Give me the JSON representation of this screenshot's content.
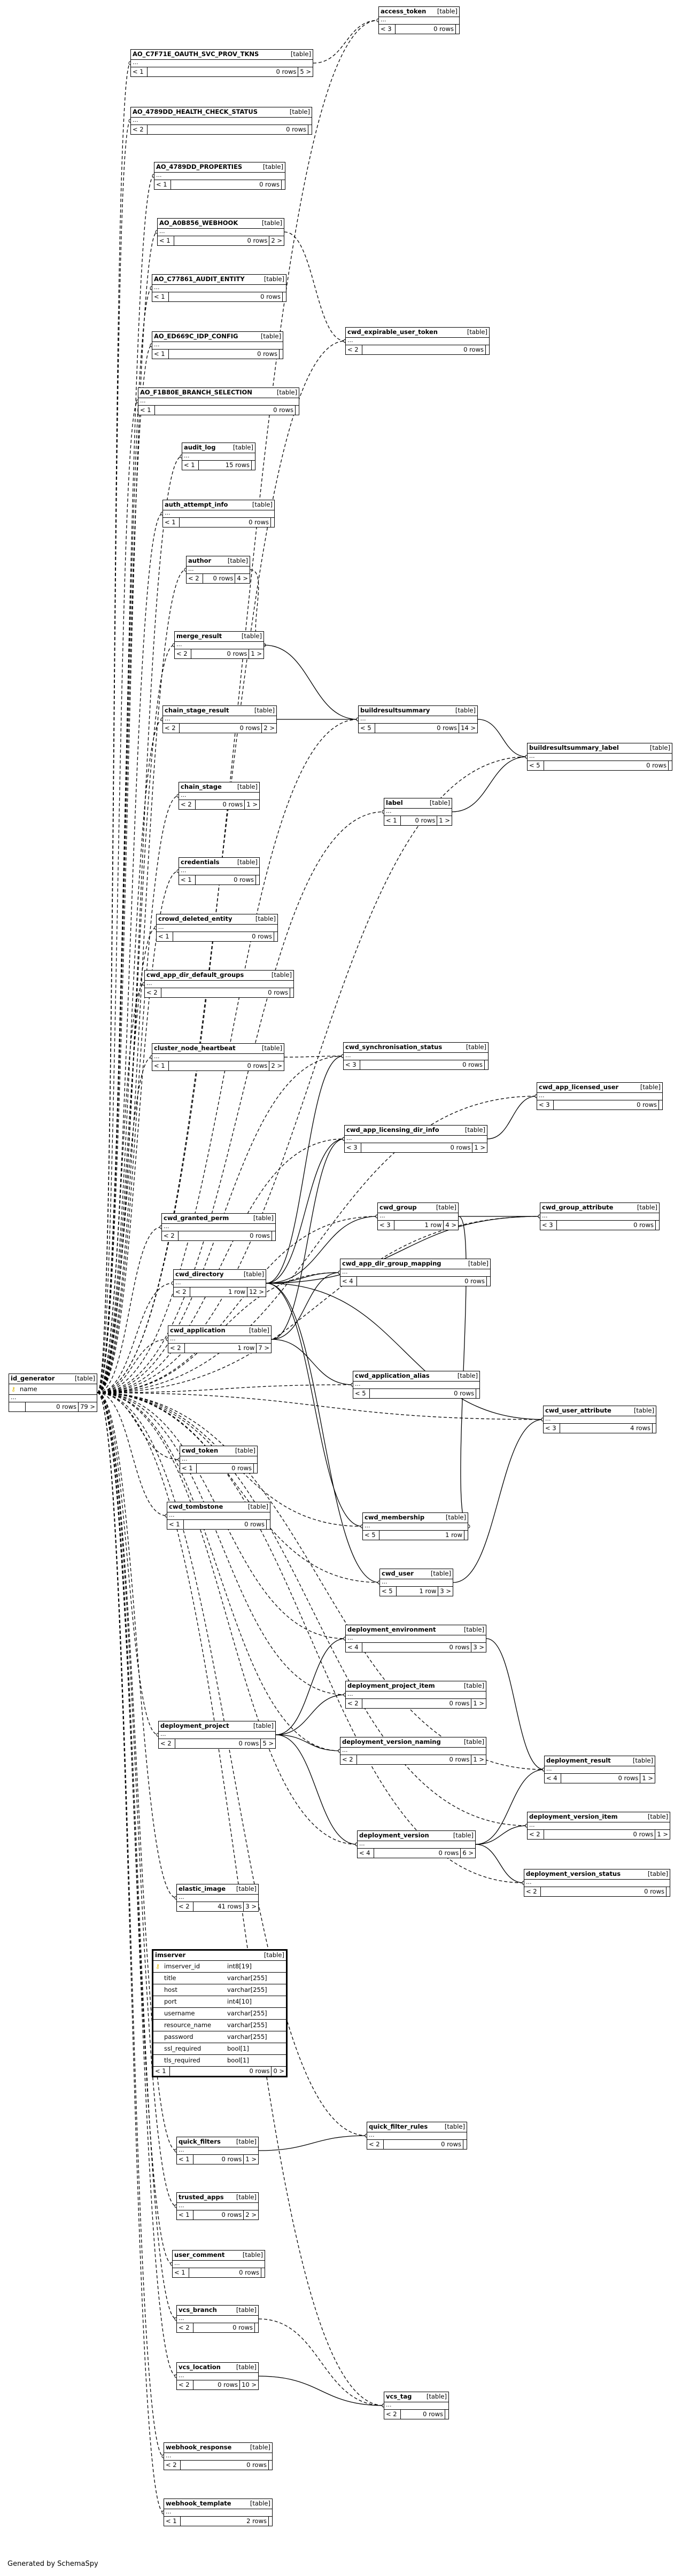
{
  "footer": "Generated by SchemaSpy",
  "table_tag": "[table]",
  "tables": [
    {
      "id": "access_token",
      "name": "access_token",
      "c1": "< 3",
      "c2": "0 rows",
      "c3": ""
    },
    {
      "id": "ao_c7f71e",
      "name": "AO_C7F71E_OAUTH_SVC_PROV_TKNS",
      "c1": "< 1",
      "c2": "0 rows",
      "c3": "5 >"
    },
    {
      "id": "ao_4789dd_hc",
      "name": "AO_4789DD_HEALTH_CHECK_STATUS",
      "c1": "< 2",
      "c2": "0 rows",
      "c3": ""
    },
    {
      "id": "ao_4789dd_prop",
      "name": "AO_4789DD_PROPERTIES",
      "c1": "< 1",
      "c2": "0 rows",
      "c3": ""
    },
    {
      "id": "ao_a0b856",
      "name": "AO_A0B856_WEBHOOK",
      "c1": "< 1",
      "c2": "0 rows",
      "c3": "2 >"
    },
    {
      "id": "ao_c77861",
      "name": "AO_C77861_AUDIT_ENTITY",
      "c1": "< 1",
      "c2": "0 rows",
      "c3": ""
    },
    {
      "id": "ao_ed669c",
      "name": "AO_ED669C_IDP_CONFIG",
      "c1": "< 1",
      "c2": "0 rows",
      "c3": ""
    },
    {
      "id": "ao_f1b80e",
      "name": "AO_F1B80E_BRANCH_SELECTION",
      "c1": "< 1",
      "c2": "0 rows",
      "c3": ""
    },
    {
      "id": "audit_log",
      "name": "audit_log",
      "c1": "< 1",
      "c2": "15 rows",
      "c3": ""
    },
    {
      "id": "auth_attempt_info",
      "name": "auth_attempt_info",
      "c1": "< 1",
      "c2": "0 rows",
      "c3": ""
    },
    {
      "id": "author",
      "name": "author",
      "c1": "< 2",
      "c2": "0 rows",
      "c3": "4 >"
    },
    {
      "id": "merge_result",
      "name": "merge_result",
      "c1": "< 2",
      "c2": "0 rows",
      "c3": "1 >"
    },
    {
      "id": "chain_stage_result",
      "name": "chain_stage_result",
      "c1": "< 2",
      "c2": "0 rows",
      "c3": "2 >"
    },
    {
      "id": "chain_stage",
      "name": "chain_stage",
      "c1": "< 2",
      "c2": "0 rows",
      "c3": "1 >"
    },
    {
      "id": "credentials",
      "name": "credentials",
      "c1": "< 1",
      "c2": "0 rows",
      "c3": ""
    },
    {
      "id": "crowd_deleted_entity",
      "name": "crowd_deleted_entity",
      "c1": "< 1",
      "c2": "0 rows",
      "c3": ""
    },
    {
      "id": "cwd_app_dir_default_groups",
      "name": "cwd_app_dir_default_groups",
      "c1": "< 2",
      "c2": "0 rows",
      "c3": ""
    },
    {
      "id": "cluster_node_heartbeat",
      "name": "cluster_node_heartbeat",
      "c1": "< 1",
      "c2": "0 rows",
      "c3": "2 >"
    },
    {
      "id": "cwd_granted_perm",
      "name": "cwd_granted_perm",
      "c1": "< 2",
      "c2": "0 rows",
      "c3": ""
    },
    {
      "id": "cwd_directory",
      "name": "cwd_directory",
      "c1": "< 2",
      "c2": "1 row",
      "c3": "12 >"
    },
    {
      "id": "cwd_application",
      "name": "cwd_application",
      "c1": "< 2",
      "c2": "1 row",
      "c3": "7 >"
    },
    {
      "id": "cwd_token",
      "name": "cwd_token",
      "c1": "< 1",
      "c2": "0 rows",
      "c3": ""
    },
    {
      "id": "cwd_tombstone",
      "name": "cwd_tombstone",
      "c1": "< 1",
      "c2": "0 rows",
      "c3": ""
    },
    {
      "id": "id_generator",
      "name": "id_generator",
      "c1": "",
      "c2": "0 rows",
      "c3": "79 >"
    },
    {
      "id": "deployment_project",
      "name": "deployment_project",
      "c1": "< 2",
      "c2": "0 rows",
      "c3": "5 >"
    },
    {
      "id": "elastic_image",
      "name": "elastic_image",
      "c1": "< 2",
      "c2": "41 rows",
      "c3": "3 >"
    },
    {
      "id": "quick_filters",
      "name": "quick_filters",
      "c1": "< 1",
      "c2": "0 rows",
      "c3": "1 >"
    },
    {
      "id": "trusted_apps",
      "name": "trusted_apps",
      "c1": "< 1",
      "c2": "0 rows",
      "c3": "2 >"
    },
    {
      "id": "user_comment",
      "name": "user_comment",
      "c1": "< 1",
      "c2": "0 rows",
      "c3": ""
    },
    {
      "id": "vcs_branch",
      "name": "vcs_branch",
      "c1": "< 2",
      "c2": "0 rows",
      "c3": ""
    },
    {
      "id": "vcs_location",
      "name": "vcs_location",
      "c1": "< 2",
      "c2": "0 rows",
      "c3": "10 >"
    },
    {
      "id": "webhook_response",
      "name": "webhook_response",
      "c1": "< 2",
      "c2": "0 rows",
      "c3": ""
    },
    {
      "id": "webhook_template",
      "name": "webhook_template",
      "c1": "< 1",
      "c2": "2 rows",
      "c3": ""
    },
    {
      "id": "cwd_expirable_user_token",
      "name": "cwd_expirable_user_token",
      "c1": "< 2",
      "c2": "0 rows",
      "c3": ""
    },
    {
      "id": "buildresultsummary",
      "name": "buildresultsummary",
      "c1": "< 5",
      "c2": "0 rows",
      "c3": "14 >"
    },
    {
      "id": "buildresultsummary_label",
      "name": "buildresultsummary_label",
      "c1": "< 5",
      "c2": "0 rows",
      "c3": ""
    },
    {
      "id": "label",
      "name": "label",
      "c1": "< 1",
      "c2": "0 rows",
      "c3": "1 >"
    },
    {
      "id": "cwd_synchronisation_status",
      "name": "cwd_synchronisation_status",
      "c1": "< 3",
      "c2": "0 rows",
      "c3": ""
    },
    {
      "id": "cwd_app_licensed_user",
      "name": "cwd_app_licensed_user",
      "c1": "< 3",
      "c2": "0 rows",
      "c3": ""
    },
    {
      "id": "cwd_app_licensing_dir_info",
      "name": "cwd_app_licensing_dir_info",
      "c1": "< 3",
      "c2": "0 rows",
      "c3": "1 >"
    },
    {
      "id": "cwd_group",
      "name": "cwd_group",
      "c1": "< 3",
      "c2": "1 row",
      "c3": "4 >"
    },
    {
      "id": "cwd_group_attribute",
      "name": "cwd_group_attribute",
      "c1": "< 3",
      "c2": "0 rows",
      "c3": ""
    },
    {
      "id": "cwd_app_dir_group_mapping",
      "name": "cwd_app_dir_group_mapping",
      "c1": "< 4",
      "c2": "0 rows",
      "c3": ""
    },
    {
      "id": "cwd_application_alias",
      "name": "cwd_application_alias",
      "c1": "< 5",
      "c2": "0 rows",
      "c3": ""
    },
    {
      "id": "cwd_user_attribute",
      "name": "cwd_user_attribute",
      "c1": "< 3",
      "c2": "4 rows",
      "c3": ""
    },
    {
      "id": "cwd_membership",
      "name": "cwd_membership",
      "c1": "< 5",
      "c2": "1 row",
      "c3": ""
    },
    {
      "id": "cwd_user",
      "name": "cwd_user",
      "c1": "< 5",
      "c2": "1 row",
      "c3": "3 >"
    },
    {
      "id": "deployment_environment",
      "name": "deployment_environment",
      "c1": "< 4",
      "c2": "0 rows",
      "c3": "3 >"
    },
    {
      "id": "deployment_project_item",
      "name": "deployment_project_item",
      "c1": "< 2",
      "c2": "0 rows",
      "c3": "1 >"
    },
    {
      "id": "deployment_version_naming",
      "name": "deployment_version_naming",
      "c1": "< 2",
      "c2": "0 rows",
      "c3": "1 >"
    },
    {
      "id": "deployment_result",
      "name": "deployment_result",
      "c1": "< 4",
      "c2": "0 rows",
      "c3": "1 >"
    },
    {
      "id": "deployment_version",
      "name": "deployment_version",
      "c1": "< 4",
      "c2": "0 rows",
      "c3": "6 >"
    },
    {
      "id": "deployment_version_item",
      "name": "deployment_version_item",
      "c1": "< 2",
      "c2": "0 rows",
      "c3": "1 >"
    },
    {
      "id": "deployment_version_status",
      "name": "deployment_version_status",
      "c1": "< 2",
      "c2": "0 rows",
      "c3": ""
    },
    {
      "id": "quick_filter_rules",
      "name": "quick_filter_rules",
      "c1": "< 2",
      "c2": "0 rows",
      "c3": ""
    },
    {
      "id": "vcs_tag",
      "name": "vcs_tag",
      "c1": "< 2",
      "c2": "0 rows",
      "c3": ""
    }
  ],
  "id_generator_column": "name",
  "imserver": {
    "name": "imserver",
    "columns": [
      {
        "name": "imserver_id",
        "type": "int8[19]",
        "key": true
      },
      {
        "name": "title",
        "type": "varchar[255]",
        "key": false
      },
      {
        "name": "host",
        "type": "varchar[255]",
        "key": false
      },
      {
        "name": "port",
        "type": "int4[10]",
        "key": false
      },
      {
        "name": "username",
        "type": "varchar[255]",
        "key": false
      },
      {
        "name": "resource_name",
        "type": "varchar[255]",
        "key": false
      },
      {
        "name": "password",
        "type": "varchar[255]",
        "key": false
      },
      {
        "name": "ssl_required",
        "type": "bool[1]",
        "key": false
      },
      {
        "name": "tls_required",
        "type": "bool[1]",
        "key": false
      }
    ],
    "c1": "< 1",
    "c2": "0 rows",
    "c3": "0 >"
  },
  "relationships": [
    {
      "from": "id_generator",
      "to": "access_token",
      "style": "dashed"
    },
    {
      "from": "id_generator",
      "to": "ao_c7f71e",
      "style": "dashed"
    },
    {
      "from": "id_generator",
      "to": "ao_4789dd_hc",
      "style": "dashed"
    },
    {
      "from": "id_generator",
      "to": "ao_4789dd_prop",
      "style": "dashed"
    },
    {
      "from": "id_generator",
      "to": "ao_a0b856",
      "style": "dashed"
    },
    {
      "from": "id_generator",
      "to": "ao_c77861",
      "style": "dashed"
    },
    {
      "from": "id_generator",
      "to": "ao_ed669c",
      "style": "dashed"
    },
    {
      "from": "id_generator",
      "to": "ao_f1b80e",
      "style": "dashed"
    },
    {
      "from": "id_generator",
      "to": "audit_log",
      "style": "dashed"
    },
    {
      "from": "id_generator",
      "to": "auth_attempt_info",
      "style": "dashed"
    },
    {
      "from": "id_generator",
      "to": "author",
      "style": "dashed"
    },
    {
      "from": "id_generator",
      "to": "merge_result",
      "style": "dashed"
    },
    {
      "from": "id_generator",
      "to": "chain_stage_result",
      "style": "dashed"
    },
    {
      "from": "id_generator",
      "to": "chain_stage",
      "style": "dashed"
    },
    {
      "from": "id_generator",
      "to": "credentials",
      "style": "dashed"
    },
    {
      "from": "id_generator",
      "to": "crowd_deleted_entity",
      "style": "dashed"
    },
    {
      "from": "id_generator",
      "to": "cwd_app_dir_default_groups",
      "style": "dashed"
    },
    {
      "from": "id_generator",
      "to": "cluster_node_heartbeat",
      "style": "dashed"
    },
    {
      "from": "id_generator",
      "to": "cwd_granted_perm",
      "style": "dashed"
    },
    {
      "from": "id_generator",
      "to": "cwd_directory",
      "style": "dashed"
    },
    {
      "from": "id_generator",
      "to": "cwd_application",
      "style": "dashed"
    },
    {
      "from": "id_generator",
      "to": "cwd_token",
      "style": "dashed"
    },
    {
      "from": "id_generator",
      "to": "cwd_tombstone",
      "style": "dashed"
    },
    {
      "from": "id_generator",
      "to": "deployment_project",
      "style": "dashed"
    },
    {
      "from": "id_generator",
      "to": "elastic_image",
      "style": "dashed"
    },
    {
      "from": "id_generator",
      "to": "quick_filters",
      "style": "dashed"
    },
    {
      "from": "id_generator",
      "to": "trusted_apps",
      "style": "dashed"
    },
    {
      "from": "id_generator",
      "to": "user_comment",
      "style": "dashed"
    },
    {
      "from": "id_generator",
      "to": "vcs_branch",
      "style": "dashed"
    },
    {
      "from": "id_generator",
      "to": "vcs_location",
      "style": "dashed"
    },
    {
      "from": "id_generator",
      "to": "webhook_response",
      "style": "dashed"
    },
    {
      "from": "id_generator",
      "to": "webhook_template",
      "style": "dashed"
    },
    {
      "from": "id_generator",
      "to": "cwd_expirable_user_token",
      "style": "dashed"
    },
    {
      "from": "id_generator",
      "to": "buildresultsummary",
      "style": "dashed"
    },
    {
      "from": "id_generator",
      "to": "buildresultsummary_label",
      "style": "dashed"
    },
    {
      "from": "id_generator",
      "to": "label",
      "style": "dashed"
    },
    {
      "from": "id_generator",
      "to": "cwd_synchronisation_status",
      "style": "dashed"
    },
    {
      "from": "id_generator",
      "to": "cwd_app_licensed_user",
      "style": "dashed"
    },
    {
      "from": "id_generator",
      "to": "cwd_app_licensing_dir_info",
      "style": "dashed"
    },
    {
      "from": "id_generator",
      "to": "cwd_group",
      "style": "dashed"
    },
    {
      "from": "id_generator",
      "to": "cwd_group_attribute",
      "style": "dashed"
    },
    {
      "from": "id_generator",
      "to": "cwd_app_dir_group_mapping",
      "style": "dashed"
    },
    {
      "from": "id_generator",
      "to": "cwd_application_alias",
      "style": "dashed"
    },
    {
      "from": "id_generator",
      "to": "cwd_user_attribute",
      "style": "dashed"
    },
    {
      "from": "id_generator",
      "to": "cwd_membership",
      "style": "dashed"
    },
    {
      "from": "id_generator",
      "to": "cwd_user",
      "style": "dashed"
    },
    {
      "from": "id_generator",
      "to": "deployment_environment",
      "style": "dashed"
    },
    {
      "from": "id_generator",
      "to": "deployment_project_item",
      "style": "dashed"
    },
    {
      "from": "id_generator",
      "to": "deployment_version_naming",
      "style": "dashed"
    },
    {
      "from": "id_generator",
      "to": "deployment_result",
      "style": "dashed"
    },
    {
      "from": "id_generator",
      "to": "deployment_version",
      "style": "dashed"
    },
    {
      "from": "id_generator",
      "to": "deployment_version_item",
      "style": "dashed"
    },
    {
      "from": "id_generator",
      "to": "deployment_version_status",
      "style": "dashed"
    },
    {
      "from": "id_generator",
      "to": "quick_filter_rules",
      "style": "dashed"
    },
    {
      "from": "id_generator",
      "to": "vcs_tag",
      "style": "dashed"
    },
    {
      "from": "ao_c7f71e",
      "to": "access_token",
      "style": "dashed"
    },
    {
      "from": "ao_a0b856",
      "to": "cwd_expirable_user_token",
      "style": "dashed"
    },
    {
      "from": "author",
      "to": "merge_result",
      "style": "dashed"
    },
    {
      "from": "merge_result",
      "to": "buildresultsummary",
      "style": "solid"
    },
    {
      "from": "chain_stage_result",
      "to": "buildresultsummary",
      "style": "solid"
    },
    {
      "from": "buildresultsummary",
      "to": "buildresultsummary_label",
      "style": "solid"
    },
    {
      "from": "label",
      "to": "buildresultsummary_label",
      "style": "solid"
    },
    {
      "from": "cluster_node_heartbeat",
      "to": "cwd_synchronisation_status",
      "style": "dashed"
    },
    {
      "from": "cwd_directory",
      "to": "cwd_synchronisation_status",
      "style": "solid"
    },
    {
      "from": "cwd_directory",
      "to": "cwd_app_licensing_dir_info",
      "style": "solid"
    },
    {
      "from": "cwd_directory",
      "to": "cwd_group",
      "style": "solid"
    },
    {
      "from": "cwd_directory",
      "to": "cwd_group_attribute",
      "style": "solid"
    },
    {
      "from": "cwd_directory",
      "to": "cwd_app_dir_group_mapping",
      "style": "solid"
    },
    {
      "from": "cwd_directory",
      "to": "cwd_membership",
      "style": "solid"
    },
    {
      "from": "cwd_directory",
      "to": "cwd_user",
      "style": "solid"
    },
    {
      "from": "cwd_directory",
      "to": "cwd_user_attribute",
      "style": "solid"
    },
    {
      "from": "cwd_application",
      "to": "cwd_app_licensing_dir_info",
      "style": "solid"
    },
    {
      "from": "cwd_application",
      "to": "cwd_application_alias",
      "style": "solid"
    },
    {
      "from": "cwd_application",
      "to": "cwd_app_dir_group_mapping",
      "style": "solid"
    },
    {
      "from": "cwd_app_licensing_dir_info",
      "to": "cwd_app_licensed_user",
      "style": "solid"
    },
    {
      "from": "cwd_group",
      "to": "cwd_group_attribute",
      "style": "solid"
    },
    {
      "from": "cwd_user",
      "to": "cwd_user_attribute",
      "style": "solid"
    },
    {
      "from": "cwd_group",
      "to": "cwd_membership",
      "style": "solid"
    },
    {
      "from": "deployment_project",
      "to": "deployment_environment",
      "style": "solid"
    },
    {
      "from": "deployment_project",
      "to": "deployment_project_item",
      "style": "solid"
    },
    {
      "from": "deployment_project",
      "to": "deployment_version_naming",
      "style": "solid"
    },
    {
      "from": "deployment_project",
      "to": "deployment_version",
      "style": "solid"
    },
    {
      "from": "deployment_environment",
      "to": "deployment_result",
      "style": "solid"
    },
    {
      "from": "deployment_version",
      "to": "deployment_result",
      "style": "solid"
    },
    {
      "from": "deployment_version",
      "to": "deployment_version_item",
      "style": "solid"
    },
    {
      "from": "deployment_version",
      "to": "deployment_version_status",
      "style": "solid"
    },
    {
      "from": "quick_filters",
      "to": "quick_filter_rules",
      "style": "solid"
    },
    {
      "from": "vcs_location",
      "to": "vcs_tag",
      "style": "solid"
    },
    {
      "from": "vcs_branch",
      "to": "vcs_tag",
      "style": "dashed"
    }
  ]
}
